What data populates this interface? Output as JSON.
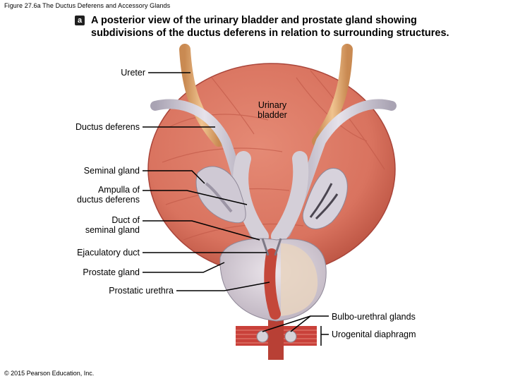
{
  "figure_caption": "Figure 27.6a The Ductus Deferens and Accessory Glands",
  "panel": {
    "badge": "a",
    "title_line1": "A posterior view of the urinary bladder and prostate gland showing",
    "title_line2": "subdivisions of the ductus deferens in relation to surrounding structures."
  },
  "labels": {
    "ureter": "Ureter",
    "urinary_bladder_line1": "Urinary",
    "urinary_bladder_line2": "bladder",
    "ductus_deferens": "Ductus deferens",
    "seminal_gland": "Seminal gland",
    "ampulla_line1": "Ampulla of",
    "ampulla_line2": "ductus deferens",
    "duct_seminal_line1": "Duct of",
    "duct_seminal_line2": "seminal gland",
    "ejaculatory_duct": "Ejaculatory duct",
    "prostate_gland": "Prostate gland",
    "prostatic_urethra": "Prostatic urethra",
    "bulbo_urethral_glands": "Bulbo-urethral glands",
    "urogenital_diaphragm": "Urogenital diaphragm"
  },
  "copyright": "© 2015 Pearson Education, Inc.",
  "colors": {
    "bladder_muscle": "#d9735f",
    "bladder_dark": "#b8503f",
    "duct_gray": "#c9c4cf",
    "prostate_pale": "#d8cfd6",
    "urethra_red": "#c4473a",
    "leader_line": "#000000"
  }
}
